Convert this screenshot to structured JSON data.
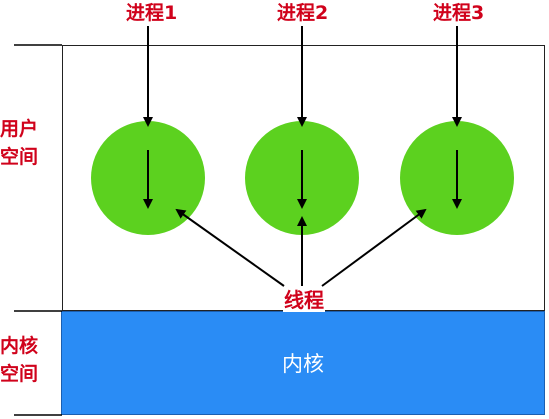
{
  "processes": [
    {
      "label": "进程1"
    },
    {
      "label": "进程2"
    },
    {
      "label": "进程3"
    }
  ],
  "thread_label": "线程",
  "user_space_label": [
    "用户",
    "空间"
  ],
  "kernel_space_label": [
    "内核",
    "空间"
  ],
  "kernel_box_label": "内核",
  "colors": {
    "label_red": "#d0021b",
    "process_green": "#5cd11f",
    "kernel_blue": "#2a8cf5",
    "line": "#000000"
  }
}
